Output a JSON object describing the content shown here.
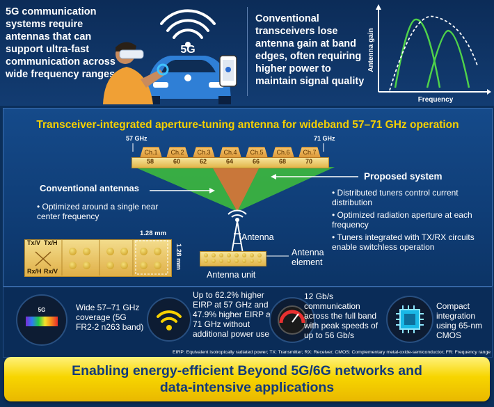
{
  "top": {
    "left_text": "5G communication systems require antennas that can support ultra-fast communication across wide frequency ranges",
    "badge_5g": "5G",
    "right_text": "Conventional transceivers lose antenna gain at band edges, often requiring higher power to maintain signal quality",
    "graph": {
      "ylabel": "Antenna gain",
      "xlabel": "Frequency"
    }
  },
  "middle": {
    "title": "Transceiver-integrated aperture-tuning antenna for wideband 57–71 GHz operation",
    "freq_start": "57 GHz",
    "freq_end": "71 GHz",
    "channels": [
      "Ch.1",
      "Ch.2",
      "Ch.3",
      "Ch.4",
      "Ch.5",
      "Ch.6",
      "Ch.7"
    ],
    "channel_freqs": [
      "58",
      "60",
      "62",
      "64",
      "66",
      "68",
      "70"
    ],
    "conventional_title": "Conventional antennas",
    "conventional_bullet": "Optimized around a single near center frequency",
    "proposed_title": "Proposed system",
    "proposed_bullets": [
      "Distributed tuners control current distribution",
      "Optimized radiation aperture at each frequency",
      "Tuners integrated with TX/RX circuits enable switchless operation"
    ],
    "antenna_label": "Antenna",
    "antenna_unit_label": "Antenna unit",
    "antenna_element_label": "Antenna element",
    "dim_w": "1.28 mm",
    "dim_h": "1.28 mm",
    "port_labels": {
      "tl": "Tx/V",
      "tr": "Tx/H",
      "bl": "Rx/H",
      "br": "Rx/V"
    }
  },
  "features": [
    {
      "icon_text": "5G",
      "text": "Wide 57–71 GHz coverage (5G FR2-2 n263 band)"
    },
    {
      "text": "Up to 62.2% higher EIRP at 57 GHz and 47.9% higher EIRP at 71 GHz without additional power use"
    },
    {
      "text": "12 Gb/s communication across the full band with peak speeds of up to 56 Gb/s"
    },
    {
      "text": "Compact integration using 65-nm CMOS"
    }
  ],
  "footnote": "EIRP: Equivalent isotropically radiated power; TX: Transmitter; RX: Receiver; CMOS: Complementary metal-oxide-semiconductor; FR: Frequency range",
  "banner": {
    "line1": "Enabling energy-efficient Beyond 5G/6G networks and",
    "line2": "data-intensive applications"
  },
  "colors": {
    "accent_yellow": "#f7d000",
    "navy": "#0b2f5a",
    "green_beam": "#3fbf3a",
    "orange_beam": "#d1743a"
  }
}
